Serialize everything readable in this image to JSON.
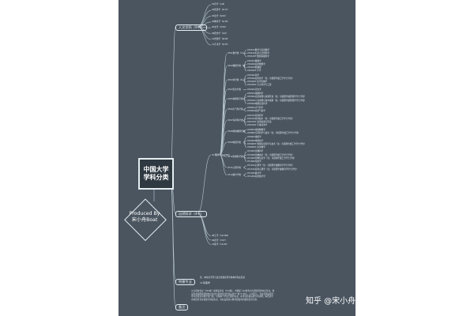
{
  "root": {
    "line1": "中国大学",
    "line2": "学科分类"
  },
  "producer": {
    "line1": "Produced By",
    "line2": "宋小舟Boat"
  },
  "humanities": {
    "label": "人文学科（9个）",
    "items": [
      "01哲学（1/6）",
      "02经济学（4/17）",
      "03法学（6/32）",
      "04教育学（2/16）",
      "05文学（3/76）",
      "06历史学（1/6）",
      "12管理学（9/46）",
      "13艺术学（5/33）"
    ]
  },
  "science": {
    "label": "自然科学（4个）",
    "sub07": "07理学（12/36）",
    "rows": [
      {
        "t": "0701数学类（3）",
        "c": [
          "070101数学与应用数学",
          "070102信息与计算科学",
          "070103T 数理基础科学"
        ]
      },
      {
        "t": "0702物理学类（5）",
        "c": [
          "070201物理学",
          "070202应用物理学",
          "070203核物理",
          "070204T 声学"
        ]
      },
      {
        "t": "0703化学类（6）",
        "c": [
          "070301化学",
          "070302应用化学（注：可授理学或工学学士学位）",
          "070303T 化学生物学",
          "070304T 分子科学与工程"
        ]
      },
      {
        "t": "0704天文学类",
        "c": [
          "070401天文学"
        ]
      },
      {
        "t": "0705地理科学类",
        "c": [
          "070501地理科学",
          "070502自然地理与资源环境（注：可授理学或管理学学士学位）",
          "070503人文地理与城乡规划（注：可授理学或管理学学士学位）",
          "070504地理信息科学"
        ]
      },
      {
        "t": "0706大气科学类",
        "c": [
          "070601大气科学",
          "070602应用气象学"
        ]
      },
      {
        "t": "0707海洋科学类",
        "c": [
          "070701海洋科学",
          "070702海洋技术（注：可授理学或工学学士学位）",
          "070703T 海洋资源与环境",
          "070704T 军事海洋学"
        ]
      },
      {
        "t": "0708地球物理学类",
        "c": [
          "070801地球物理学",
          "070802空间科学与技术（注：可授理学或工学学士学位）"
        ]
      },
      {
        "t": "0709地质学类",
        "c": [
          "070901地质学",
          "070902地球化学",
          "070903T 地球信息科学与技术（注：可授理学或工学学士学位）",
          "070904T 古生物学"
        ]
      },
      {
        "t": "0710生物科学类",
        "c": [
          "071001生物科学",
          "071002生物技术（注：可授理学或工学学士学位）",
          "071003生物信息学（注：可授理学或工学学士学位）",
          "071004生态学"
        ]
      },
      {
        "t": "0711心理学类",
        "c": [
          "071101心理学（注：可授理学或教育学学士学位）",
          "071102应用心理学（注：可授理学或教育学学士学位）"
        ]
      },
      {
        "t": "0712统计学类",
        "c": [
          "071201统计学",
          "071202应用统计学"
        ]
      }
    ],
    "others": [
      "08工学（31/169）",
      "09农学（7/27）",
      "10医学（11/44）"
    ]
  },
  "special": {
    "label": "特需专业",
    "item": "11军事学",
    "note": "注：本专业不列于此为普通高等学校本科专业目录"
  },
  "remarks": {
    "label": "备注",
    "text": "以为基本专业（352种）和特设专业（154种），并确定了62种专业为国家控制布点专业。特设专业和国家控制布点专业分别在专业代码后加“T”和“K”表示，以示区分。专业名称后括号中为该专业可授学位门类。可授两个学位门类的专业，在专业名称后括号中注明。本目录不含未招生专业和部分特设专业，专业设置应以教育部发布的最新目录为准。"
  },
  "watermark": "知乎 @宋小舟"
}
